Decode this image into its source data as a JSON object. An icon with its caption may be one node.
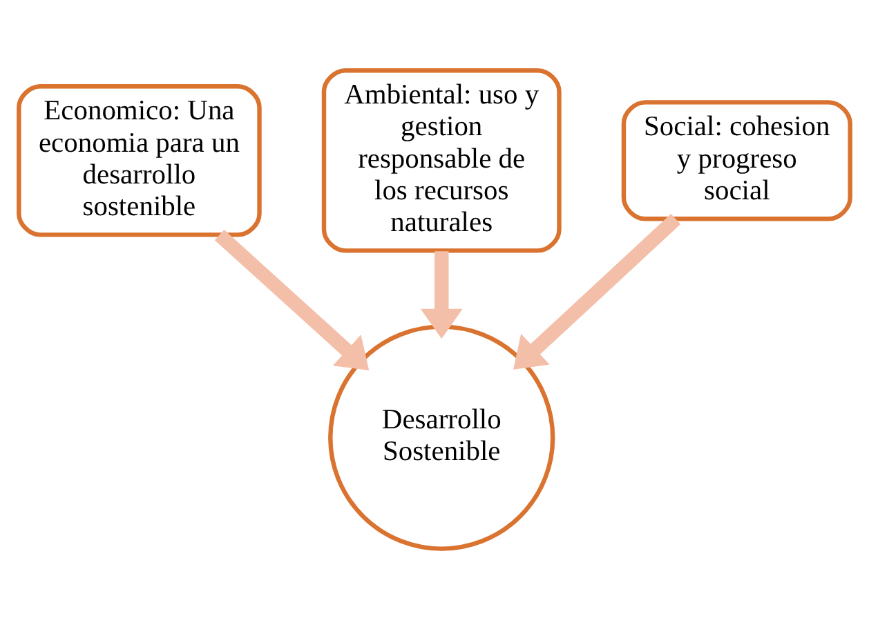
{
  "diagram": {
    "nodes": [
      {
        "text": [
          "Economico: Una economia para un desarrollo sostenible"
        ]
      },
      {
        "text": [
          "Ambiental: uso y gestion responsable de los recursos naturales"
        ]
      },
      {
        "text": [
          "Social: cohesion y progreso social"
        ]
      },
      {
        "text": [
          "Desarrollo Sostenible"
        ]
      }
    ],
    "edges": [
      {
        "from": 0,
        "to": 3,
        "arrow": "to"
      },
      {
        "from": 1,
        "to": 3,
        "arrow": "to"
      },
      {
        "from": 2,
        "to": 3,
        "arrow": "to"
      }
    ]
  }
}
